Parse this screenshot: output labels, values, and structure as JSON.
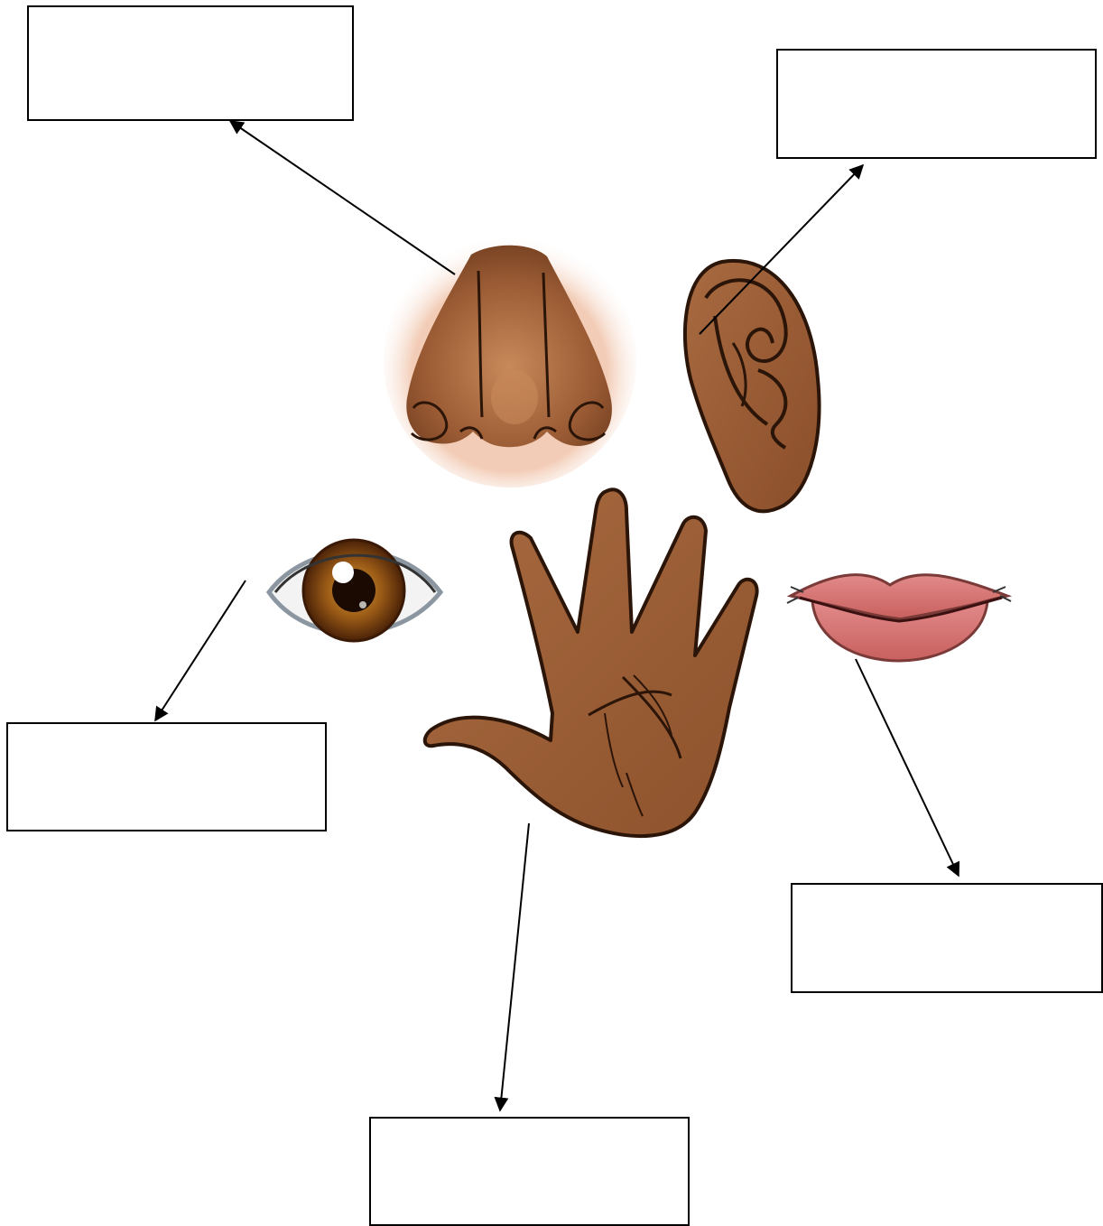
{
  "diagram": {
    "colors": {
      "skin": "#9a5b34",
      "skin_light": "#c07a4a",
      "outline": "#2b1408",
      "lip": "#d9777a",
      "iris": "#8a4e12",
      "sclera": "#f3f3f3",
      "line": "#000000"
    },
    "parts": [
      {
        "id": "nose",
        "icon": "nose-icon",
        "label": ""
      },
      {
        "id": "ear",
        "icon": "ear-icon",
        "label": ""
      },
      {
        "id": "eye",
        "icon": "eye-icon",
        "label": ""
      },
      {
        "id": "hand",
        "icon": "hand-icon",
        "label": ""
      },
      {
        "id": "mouth",
        "icon": "mouth-icon",
        "label": ""
      }
    ]
  }
}
